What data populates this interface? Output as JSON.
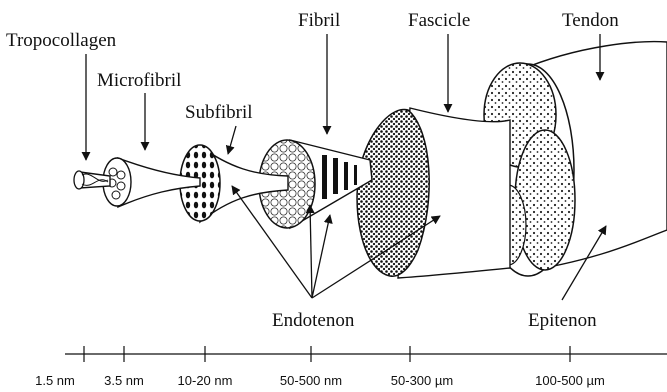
{
  "labels": {
    "tropocollagen": "Tropocollagen",
    "microfibril": "Microfibril",
    "subfibril": "Subfibril",
    "fibril": "Fibril",
    "fascicle": "Fascicle",
    "tendon": "Tendon",
    "endotenon": "Endotenon",
    "epitenon": "Epitenon"
  },
  "scale": [
    "1.5 nm",
    "3.5 nm",
    "10-20 nm",
    "50-500 nm",
    "50-300 µm",
    "100-500 µm"
  ]
}
